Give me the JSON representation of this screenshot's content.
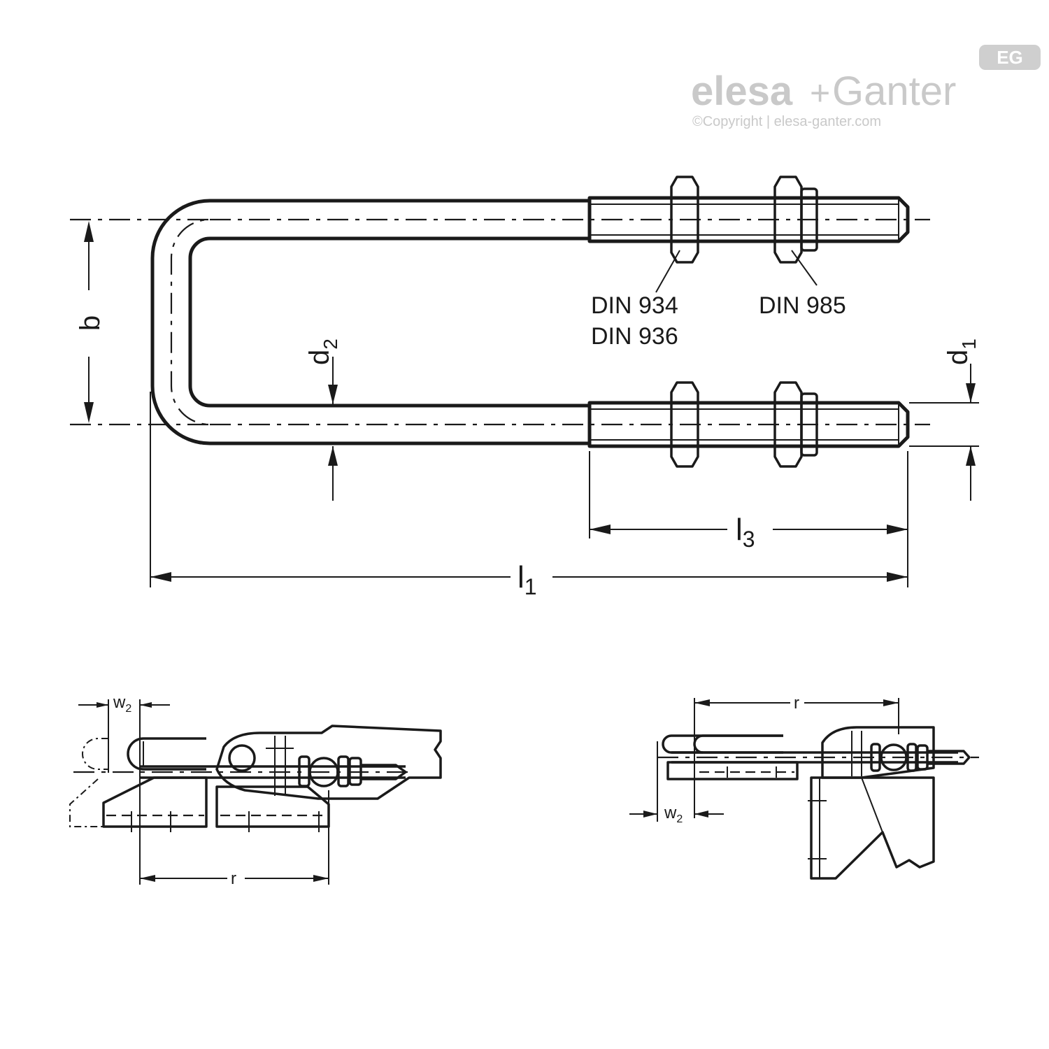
{
  "logo": {
    "brand_left": "elesa",
    "plus": "+",
    "brand_right": "Ganter",
    "copyright": "©Copyright | elesa-ganter.com",
    "badge": "EG"
  },
  "labels": {
    "nut_left_1": "DIN 934",
    "nut_left_2": "DIN 936",
    "nut_right": "DIN 985",
    "b": "b",
    "d2_main": "d",
    "d2_sub": "2",
    "d1_main": "d",
    "d1_sub": "1",
    "l3_main": "l",
    "l3_sub": "3",
    "l1_main": "l",
    "l1_sub": "1",
    "w2_left_main": "w",
    "w2_left_sub": "2",
    "r_left": "r",
    "w2_right_main": "w",
    "w2_right_sub": "2",
    "r_right": "r"
  },
  "colors": {
    "line": "#1a1a1a",
    "logo_gray": "#c9c9c9"
  }
}
